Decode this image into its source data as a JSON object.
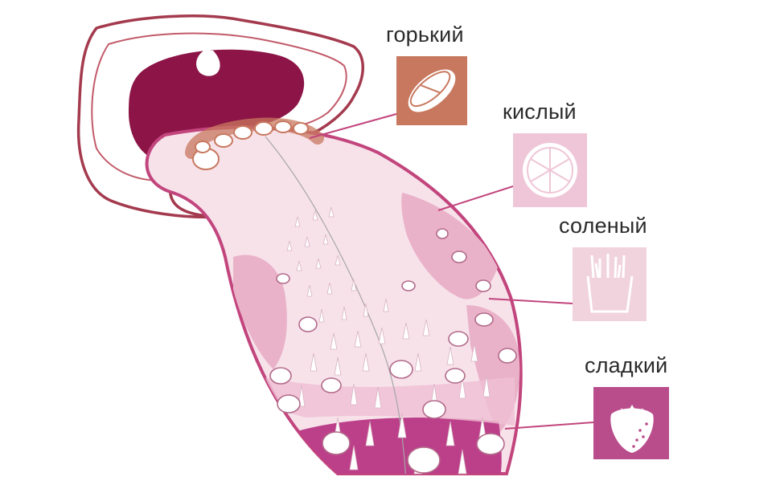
{
  "diagram": {
    "tastes": [
      {
        "key": "bitter",
        "label": "горький",
        "color": "#c8785f",
        "icon": "pill-icon"
      },
      {
        "key": "sour",
        "label": "кислый",
        "color": "#efc6d7",
        "icon": "citrus-slice-icon"
      },
      {
        "key": "salty",
        "label": "соленый",
        "color": "#f1d3dd",
        "icon": "french-fries-icon"
      },
      {
        "key": "sweet",
        "label": "сладкий",
        "color": "#b94d8b",
        "icon": "strawberry-icon"
      }
    ],
    "colors": {
      "mouth_outline": "#a43a4e",
      "mouth_inside": "#8c1446",
      "tongue_fill": "#f7e2ea",
      "tongue_outline": "#c2457d",
      "bitter_zone": "#d2866a",
      "sour_zone": "#eab2c9",
      "salty_zone": "#eab2c9",
      "sweet_zone": "#bc3f8a"
    }
  }
}
